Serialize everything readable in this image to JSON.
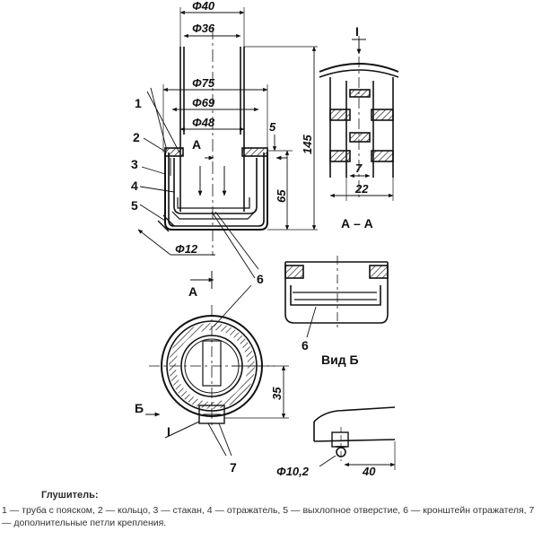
{
  "figure": {
    "dimensions": {
      "d40": "Φ40",
      "d36": "Φ36",
      "d75": "Φ75",
      "d69": "Φ69",
      "d48": "Φ48",
      "d12": "Φ12",
      "d10_2": "Φ10,2",
      "h5": "5",
      "h65": "65",
      "h145": "145",
      "w7": "7",
      "w22": "22",
      "h35": "35",
      "w40": "40"
    },
    "labels": {
      "p1": "1",
      "p2": "2",
      "p3": "3",
      "p4": "4",
      "p5": "5",
      "p6a": "6",
      "p6b": "6",
      "p7": "7",
      "sectionA_top": "A",
      "sectionA_bottom": "A",
      "section_AA": "А – А",
      "section_I_top": "I",
      "section_I_bottom": "I",
      "view_B_letter": "Б",
      "view_B_title": "Вид Б"
    }
  },
  "caption": {
    "title": "Глушитель:",
    "text": "1 — труба с пояском, 2 — кольцо, 3 — стакан, 4 — отражатель, 5 — выхлопное отверстие, 6 — кронштейн отражателя, 7 — дополнительные петли крепления."
  }
}
